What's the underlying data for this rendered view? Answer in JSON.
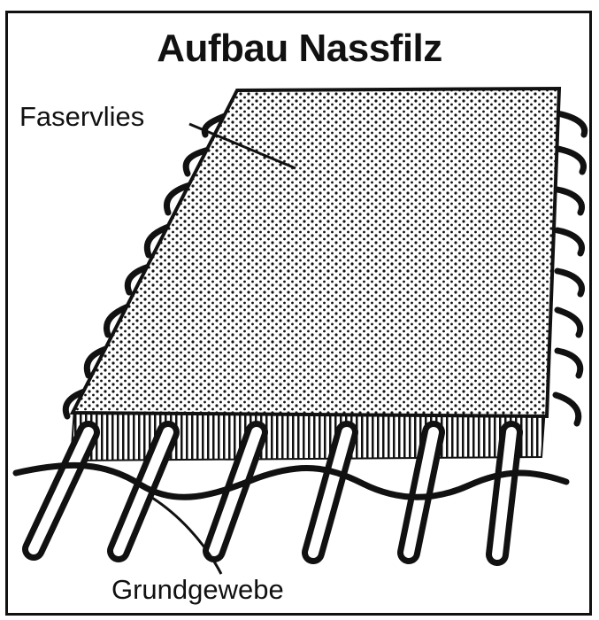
{
  "diagram": {
    "title": "Aufbau Nassfilz",
    "labels": {
      "fiber_layer": "Faservlies",
      "base_fabric": "Grundgewebe"
    },
    "colors": {
      "ink": "#111111",
      "paper": "#ffffff"
    }
  }
}
